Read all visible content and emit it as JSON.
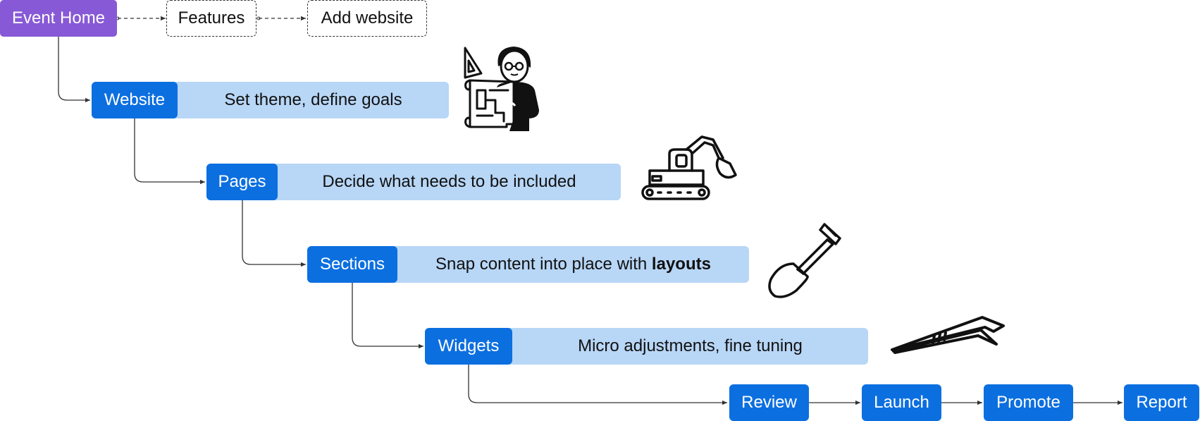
{
  "nav": {
    "home": "Event Home",
    "features": "Features",
    "add_website": "Add website"
  },
  "steps": [
    {
      "name": "Website",
      "desc": "Set theme, define goals",
      "desc_bold": "",
      "icon": "architect-icon"
    },
    {
      "name": "Pages",
      "desc": "Decide what needs to be included",
      "desc_bold": "",
      "icon": "excavator-icon"
    },
    {
      "name": "Sections",
      "desc": "Snap content into place with ",
      "desc_bold": "layouts",
      "icon": "shovel-icon"
    },
    {
      "name": "Widgets",
      "desc": "Micro adjustments, fine tuning",
      "desc_bold": "",
      "icon": "tweezers-icon"
    }
  ],
  "pipeline": [
    "Review",
    "Launch",
    "Promote",
    "Report"
  ],
  "colors": {
    "home": "#8759d6",
    "step": "#0c6fe0",
    "bar": "#b8d6f6",
    "connector": "#333333"
  }
}
